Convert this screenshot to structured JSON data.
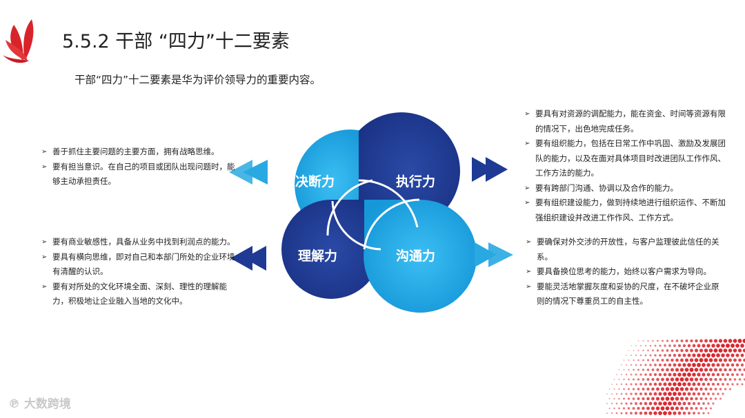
{
  "header": {
    "title": "5.5.2 干部 “四力”十二要素",
    "subtitle": "干部“四力”十二要素是华为评价领导力的重要内容。"
  },
  "quadrants": [
    {
      "label": "决断力",
      "color": "#1ba8e8"
    },
    {
      "label": "执行力",
      "color": "#1e3a94"
    },
    {
      "label": "理解力",
      "color": "#1e3a94"
    },
    {
      "label": "沟通力",
      "color": "#1ba8e8"
    }
  ],
  "panels": {
    "left_top": [
      "善于抓住主要问题的主要方面，拥有战略思维。",
      "要有担当意识。在自己的项目或团队出现问题时，能够主动承担责任。"
    ],
    "right_top": [
      "要具有对资源的调配能力，能在资金、时间等资源有限的情况下，出色地完成任务。",
      "要有组织能力，包括在日常工作中巩固、激励及发展团队的能力，以及在面对具体项目时改进团队工作作风、工作方法的能力。",
      "要有跨部门沟通、协调以及合作的能力。",
      "要有组织建设能力，做到持续地进行组织运作、不断加强组织建设并改进工作作风、工作方式。"
    ],
    "left_bottom": [
      "要有商业敏感性，具备从业务中找到利润点的能力。",
      "要具有横向思维，即对自己和本部门所处的企业环境有清醒的认识。",
      "要有对所处的文化环境全面、深刻、理性的理解能力，积极地让企业融入当地的文化中。"
    ],
    "right_bottom": [
      "要确保对外交涉的开放性，与客户监理彼此信任的关系。",
      "要具备换位思考的能力，始终以客户需求为导向。",
      "要能灵活地掌握灰度和妥协的尺度，在不破坏企业原则的情况下尊重员工的自主性。"
    ]
  },
  "colors": {
    "light_blue": "#1ba8e8",
    "dark_blue": "#1e3a94",
    "arrow_blue": "#29a9e1",
    "logo_red": "#d8232a"
  },
  "watermark": "大数跨境"
}
